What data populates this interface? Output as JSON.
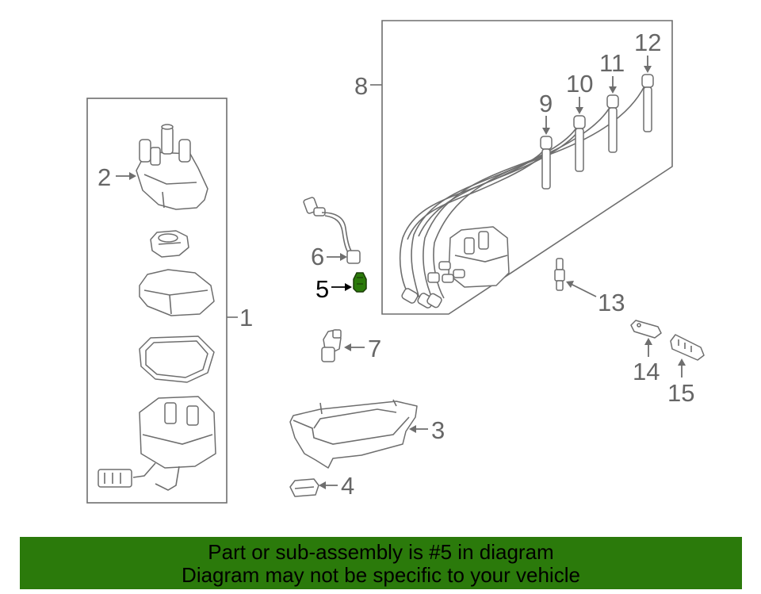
{
  "callouts": {
    "c1": "1",
    "c2": "2",
    "c3": "3",
    "c4": "4",
    "c5": "5",
    "c6": "6",
    "c7": "7",
    "c8": "8",
    "c9": "9",
    "c10": "10",
    "c11": "11",
    "c12": "12",
    "c13": "13",
    "c14": "14",
    "c15": "15"
  },
  "banner": {
    "line1": "Part or sub-assembly is #5 in diagram",
    "line2": "Diagram may not be specific to your vehicle"
  },
  "colors": {
    "highlight_part": "#2b7a0b",
    "banner_background": "#2b7a0b",
    "line_art": "#6e6e6e"
  }
}
